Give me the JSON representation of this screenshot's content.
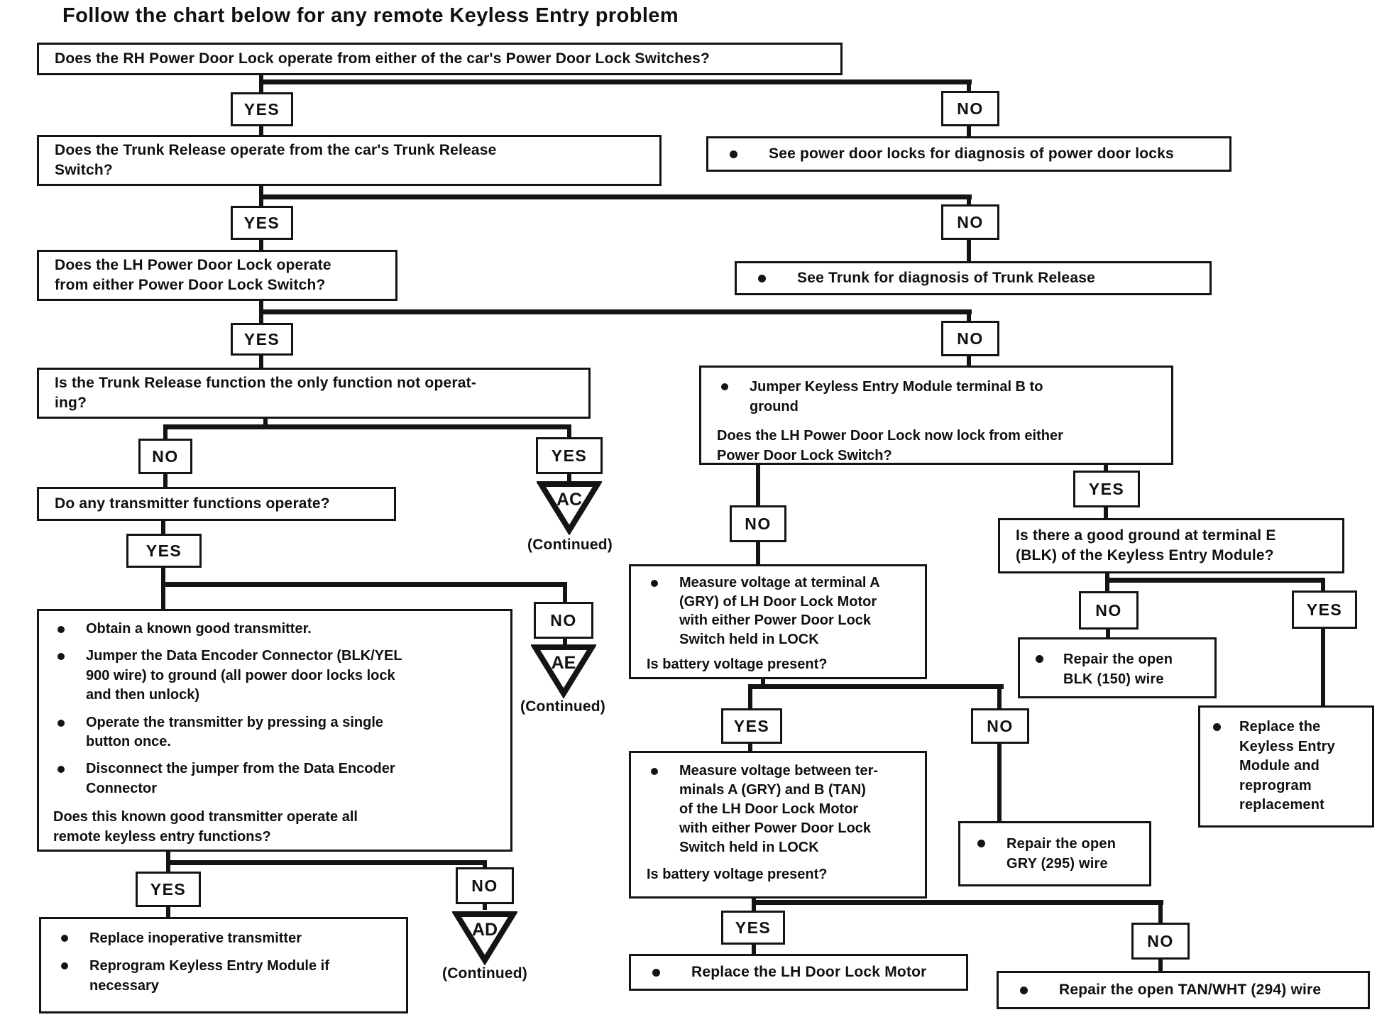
{
  "title": "Follow the chart below for any remote Keyless Entry problem",
  "labels": {
    "yes": "YES",
    "no": "NO",
    "continued": "(Continued)"
  },
  "connectors": {
    "ac": "AC",
    "ad": "AD",
    "ae": "AE"
  },
  "colors": {
    "ink": "#141414",
    "paper": "#ffffff"
  },
  "flow": {
    "q_rh_power_door_lock": "Does the RH Power Door Lock operate from either of the car's Power Door Lock Switches?",
    "see_power_door_locks": "See power door locks for diagnosis of power door locks",
    "q_trunk_release_switch": "Does the Trunk Release operate from the car's Trunk Release\nSwitch?",
    "see_trunk": "See Trunk for diagnosis of Trunk Release",
    "q_lh_power_door_lock": "Does the LH Power Door Lock operate\nfrom either Power Door Lock Switch?",
    "q_trunk_only_function": "Is the Trunk Release function the only function not operat-\ning?",
    "q_any_transmitter": "Do any transmitter functions operate?",
    "transmitter_test": {
      "bullets": [
        "Obtain a known good transmitter.",
        "Jumper the Data Encoder Connector (BLK/YEL\n900 wire) to ground (all power door locks lock\nand then unlock)",
        "Operate the transmitter by pressing a single\nbutton once.",
        "Disconnect the jumper from the Data Encoder\nConnector"
      ],
      "question": "Does this known good transmitter operate all\nremote keyless entry functions?"
    },
    "replace_transmitter": {
      "bullets": [
        "Replace inoperative transmitter",
        "Reprogram Keyless Entry Module if\nnecessary"
      ]
    },
    "jumper_module_b": {
      "bullet": "Jumper Keyless Entry Module terminal B to\nground",
      "question": "Does the LH Power Door Lock now lock from either\nPower Door Lock Switch?"
    },
    "q_ground_terminal_e": "Is there a good ground at terminal E\n(BLK) of the Keyless Entry Module?",
    "repair_blk_wire": "Repair the open\nBLK (150) wire",
    "replace_module": "Replace the\nKeyless Entry\nModule and\nreprogram\nreplacement",
    "measure_terminal_a": {
      "bullet": "Measure voltage at terminal A\n(GRY) of LH Door Lock Motor\nwith either Power Door Lock\nSwitch held in LOCK",
      "question": "Is battery voltage present?"
    },
    "measure_a_b": {
      "bullet": "Measure voltage between ter-\nminals A (GRY) and B (TAN)\nof the LH Door Lock Motor\nwith either Power Door Lock\nSwitch held in LOCK",
      "question": "Is battery voltage present?"
    },
    "repair_gry_wire": "Repair the open\nGRY (295) wire",
    "replace_lh_motor": "Replace the LH Door Lock Motor",
    "repair_tan_wht_wire": "Repair the open TAN/WHT (294) wire"
  }
}
